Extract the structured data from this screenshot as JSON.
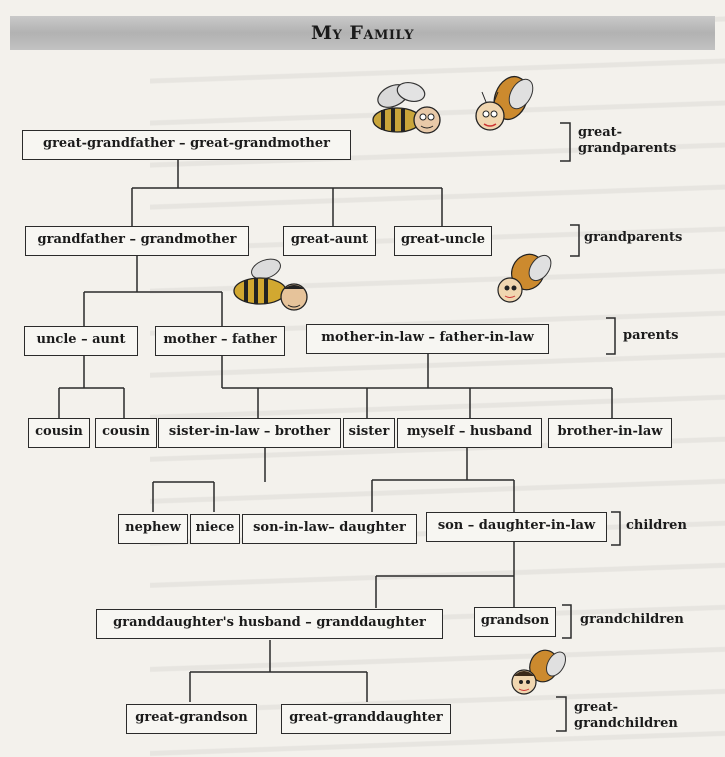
{
  "title": "My Family",
  "boxes": {
    "great_grandparents": "great-grandfather – great-grandmother",
    "grandparents": "grandfather – grandmother",
    "great_aunt": "great-aunt",
    "great_uncle": "great-uncle",
    "uncle_aunt": "uncle – aunt",
    "mother_father": "mother – father",
    "in_laws": "mother-in-law – father-in-law",
    "cousin_1": "cousin",
    "cousin_2": "cousin",
    "sister_in_law_brother": "sister-in-law – brother",
    "sister": "sister",
    "myself_husband": "myself – husband",
    "brother_in_law": "brother-in-law",
    "nephew": "nephew",
    "niece": "niece",
    "son_in_law_daughter": "son-in-law– daughter",
    "son_daughter_in_law": "son – daughter-in-law",
    "granddaughters_husband_granddaughter": "granddaughter's husband – granddaughter",
    "grandson": "grandson",
    "great_grandson": "great-grandson",
    "great_granddaughter": "great-granddaughter"
  },
  "generations": {
    "great_grandparents": [
      "great-",
      "grandparents"
    ],
    "grandparents": "grandparents",
    "parents": "parents",
    "children": "children",
    "grandchildren": "grandchildren",
    "great_grandchildren": [
      "great-",
      "grandchildren"
    ]
  },
  "colors": {
    "line": "#2b2b2b",
    "banner": "#bdbdbd",
    "page": "#f3f1ec"
  }
}
